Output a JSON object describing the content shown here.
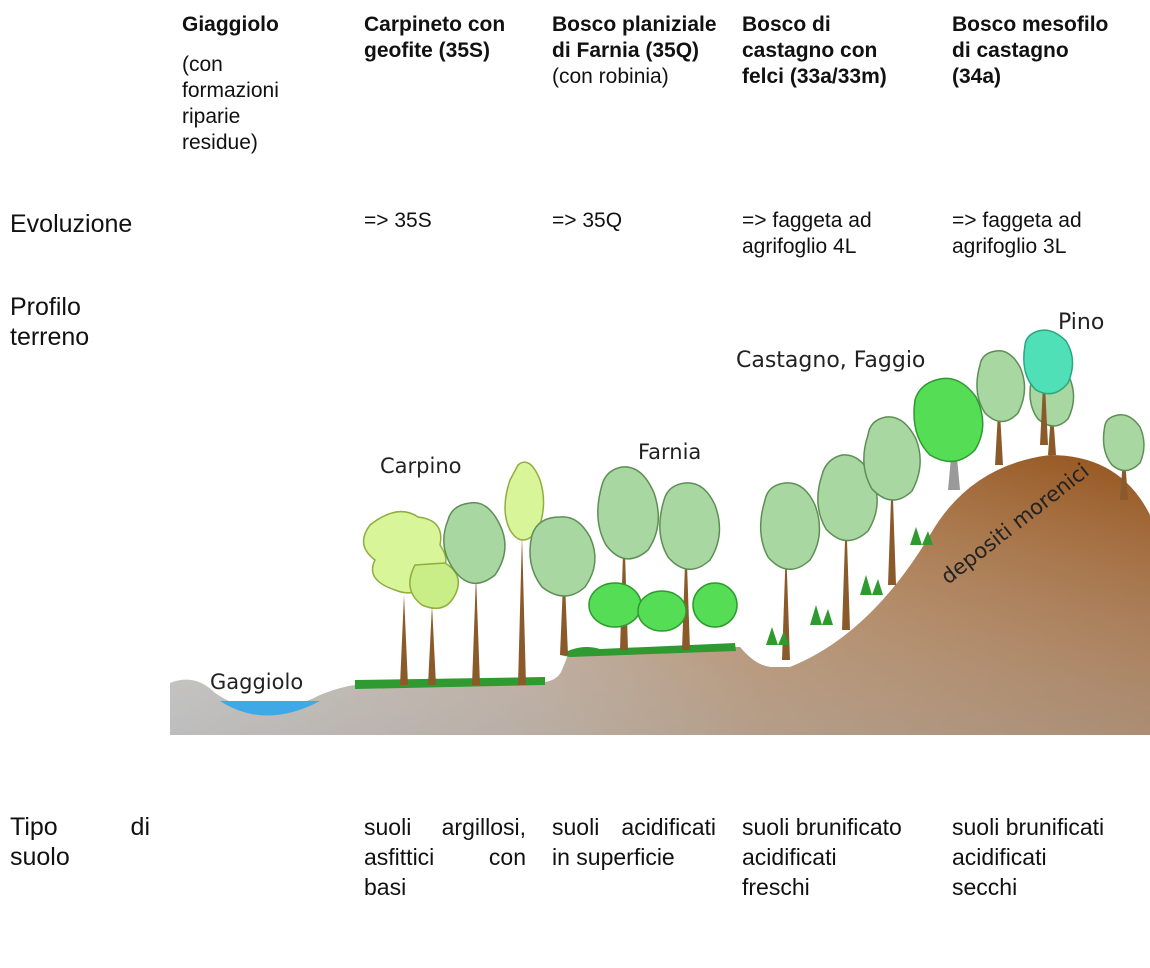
{
  "columns": [
    {
      "title": "Giaggiolo",
      "subtitle": "(con formazioni riparie residue)",
      "evolution": "",
      "soil": ""
    },
    {
      "title": "Carpineto con geofite (35S)",
      "subtitle": "",
      "evolution": "=> 35S",
      "soil": "suoli argillosi, asfittici con basi"
    },
    {
      "title": "Bosco planiziale di Farnia (35Q)",
      "subtitle": "(con robinia)",
      "evolution": "=> 35Q",
      "soil": "suoli acidificati in superficie"
    },
    {
      "title": "Bosco di castagno con felci (33a/33m)",
      "subtitle": "",
      "evolution": "=> faggeta ad agrifoglio 4L",
      "soil": "suoli brunificato acidificati freschi"
    },
    {
      "title": "Bosco mesofilo di castagno (34a)",
      "subtitle": "",
      "evolution": "=> faggeta ad agrifoglio 3L",
      "soil": "suoli brunificati acidificati secchi"
    }
  ],
  "rows": {
    "evolution_label": "Evoluzione",
    "profile_label": "Profilo terreno",
    "soil_label": "Tipo di suolo"
  },
  "diagram_labels": {
    "water": "Gaggiolo",
    "hornbeam": "Carpino",
    "oak": "Farnia",
    "chestnut_beech": "Castagno, Faggio",
    "pine": "Pino",
    "moraine": "depositi morenici"
  },
  "colors": {
    "water": "#3fa9e8",
    "ground_grey": "#bdbdbd",
    "ground_brown": "#9a5a22",
    "tree_light": "#a9d7a1",
    "tree_yellow": "#d9f59a",
    "tree_bright": "#55dd55",
    "trunk": "#8b5a2b",
    "grass": "#2f9a2f"
  }
}
